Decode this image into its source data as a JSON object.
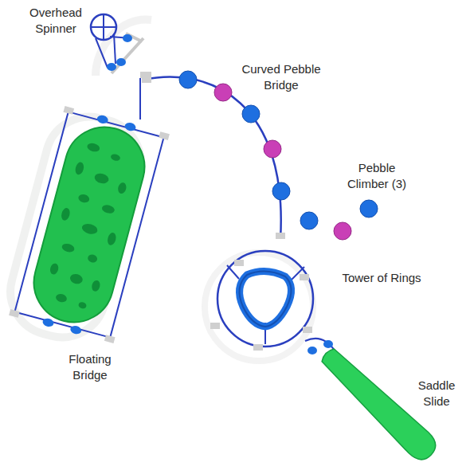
{
  "diagram": {
    "labels": [
      "Overhead Spinner",
      "Curved Pebble Bridge",
      "Pebble Climber (3)",
      "Tower of Rings",
      "Floating Bridge",
      "Saddle Slide"
    ]
  }
}
